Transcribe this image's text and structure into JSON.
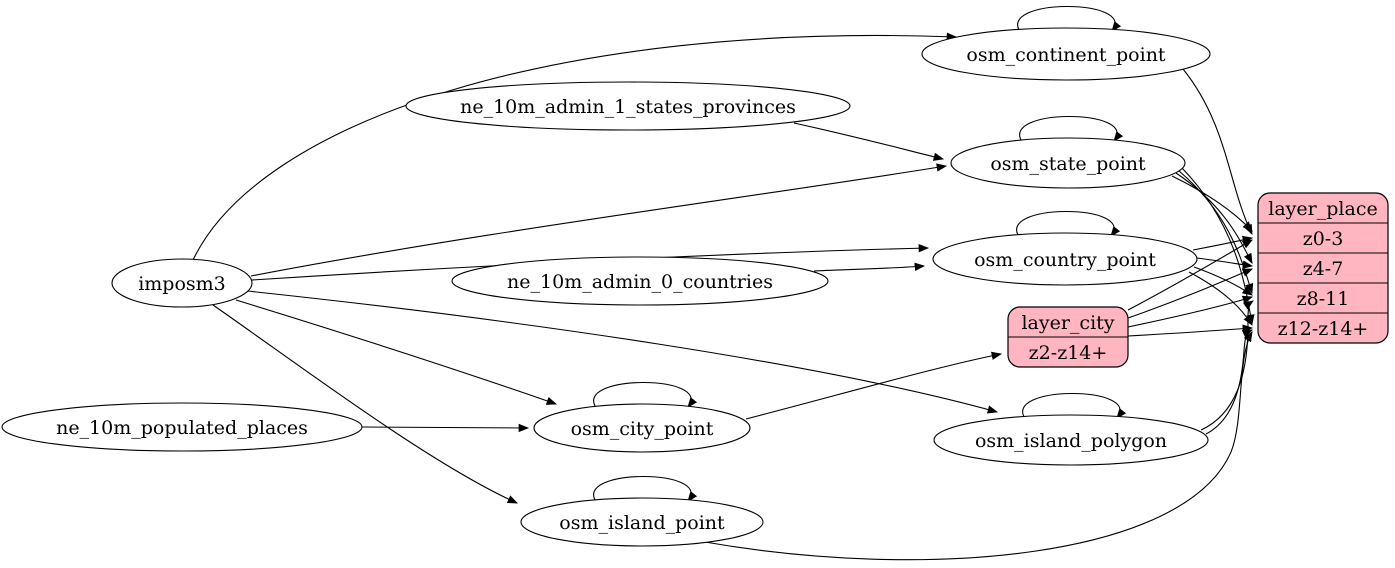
{
  "diagram": {
    "type": "etl-dependency-graph",
    "colors": {
      "background": "#ffffff",
      "table_fill": "#ffffff",
      "layer_fill": "#ffb6c1",
      "stroke": "#000000"
    },
    "nodes": {
      "imposm3": {
        "label": "imposm3",
        "kind": "source"
      },
      "ne_10m_admin_1_states_provinces": {
        "label": "ne_10m_admin_1_states_provinces",
        "kind": "source"
      },
      "ne_10m_admin_0_countries": {
        "label": "ne_10m_admin_0_countries",
        "kind": "source"
      },
      "ne_10m_populated_places": {
        "label": "ne_10m_populated_places",
        "kind": "source"
      },
      "osm_continent_point": {
        "label": "osm_continent_point",
        "kind": "table"
      },
      "osm_state_point": {
        "label": "osm_state_point",
        "kind": "table"
      },
      "osm_country_point": {
        "label": "osm_country_point",
        "kind": "table"
      },
      "osm_city_point": {
        "label": "osm_city_point",
        "kind": "table"
      },
      "osm_island_polygon": {
        "label": "osm_island_polygon",
        "kind": "table"
      },
      "osm_island_point": {
        "label": "osm_island_point",
        "kind": "table"
      }
    },
    "records": {
      "layer_place": {
        "title": "layer_place",
        "rows": [
          "z0-3",
          "z4-7",
          "z8-11",
          "z12-z14+"
        ]
      },
      "layer_city": {
        "title": "layer_city",
        "rows": [
          "z2-z14+"
        ]
      }
    },
    "edges": [
      {
        "from": "imposm3",
        "to": "osm_continent_point"
      },
      {
        "from": "imposm3",
        "to": "osm_state_point"
      },
      {
        "from": "imposm3",
        "to": "osm_country_point"
      },
      {
        "from": "imposm3",
        "to": "osm_city_point"
      },
      {
        "from": "imposm3",
        "to": "osm_island_polygon"
      },
      {
        "from": "imposm3",
        "to": "osm_island_point"
      },
      {
        "from": "ne_10m_admin_1_states_provinces",
        "to": "osm_state_point"
      },
      {
        "from": "ne_10m_admin_0_countries",
        "to": "osm_country_point"
      },
      {
        "from": "ne_10m_populated_places",
        "to": "osm_city_point"
      },
      {
        "from": "osm_continent_point",
        "to": "osm_continent_point"
      },
      {
        "from": "osm_state_point",
        "to": "osm_state_point"
      },
      {
        "from": "osm_country_point",
        "to": "osm_country_point"
      },
      {
        "from": "osm_city_point",
        "to": "osm_city_point"
      },
      {
        "from": "osm_island_polygon",
        "to": "osm_island_polygon"
      },
      {
        "from": "osm_island_point",
        "to": "osm_island_point"
      },
      {
        "from": "osm_city_point",
        "to": "layer_city",
        "row": "z2-z14+"
      },
      {
        "from": "osm_continent_point",
        "to": "layer_place",
        "row": "z0-3"
      },
      {
        "from": "osm_state_point",
        "to": "layer_place",
        "row": "z0-3"
      },
      {
        "from": "osm_state_point",
        "to": "layer_place",
        "row": "z4-7"
      },
      {
        "from": "osm_state_point",
        "to": "layer_place",
        "row": "z8-11"
      },
      {
        "from": "osm_state_point",
        "to": "layer_place",
        "row": "z12-z14+"
      },
      {
        "from": "osm_country_point",
        "to": "layer_place",
        "row": "z0-3"
      },
      {
        "from": "osm_country_point",
        "to": "layer_place",
        "row": "z4-7"
      },
      {
        "from": "osm_country_point",
        "to": "layer_place",
        "row": "z8-11"
      },
      {
        "from": "osm_country_point",
        "to": "layer_place",
        "row": "z12-z14+"
      },
      {
        "from": "layer_city",
        "to": "layer_place",
        "row": "z0-3"
      },
      {
        "from": "layer_city",
        "to": "layer_place",
        "row": "z4-7"
      },
      {
        "from": "layer_city",
        "to": "layer_place",
        "row": "z8-11"
      },
      {
        "from": "layer_city",
        "to": "layer_place",
        "row": "z12-z14+"
      },
      {
        "from": "osm_island_polygon",
        "to": "layer_place",
        "row": "z8-11"
      },
      {
        "from": "osm_island_polygon",
        "to": "layer_place",
        "row": "z12-z14+"
      },
      {
        "from": "osm_island_point",
        "to": "layer_place",
        "row": "z12-z14+"
      }
    ]
  }
}
